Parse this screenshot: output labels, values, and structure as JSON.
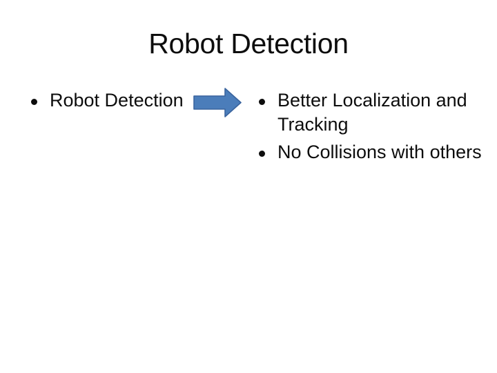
{
  "slide": {
    "background": "#ffffff",
    "text_color": "#0d0d0d",
    "title": "Robot Detection",
    "left_bullets": [
      {
        "text": "Robot Detection"
      }
    ],
    "right_bullets": [
      {
        "text": "Better Localization and\nTracking"
      },
      {
        "text": "No Collisions with others"
      }
    ],
    "arrow": {
      "direction": "right",
      "meaning": "leads-to",
      "fill": "#4b7dba",
      "stroke": "#3a649e"
    },
    "bullet_style": "filled-circle"
  }
}
